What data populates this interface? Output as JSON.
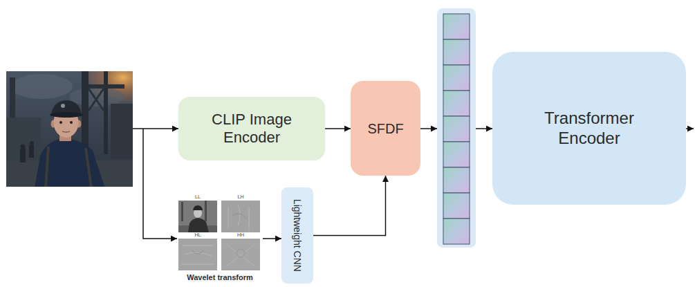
{
  "diagram": {
    "nodes": [
      {
        "text": [
          "CLIP Image Encoder"
        ]
      },
      {
        "text": [
          "Wavelet transform"
        ]
      },
      {
        "text": [
          "Lightweight CNN"
        ]
      },
      {
        "text": [
          "SFDF"
        ]
      },
      {
        "text": [
          "Transformer Encoder"
        ]
      }
    ],
    "edges": [
      {
        "from": 0,
        "to": 3,
        "arrow": "to"
      },
      {
        "from": 1,
        "to": 2,
        "arrow": "to"
      },
      {
        "from": 2,
        "to": 3,
        "arrow": "to"
      }
    ],
    "labels": [
      "LL",
      "LH",
      "HL",
      "HH"
    ]
  }
}
